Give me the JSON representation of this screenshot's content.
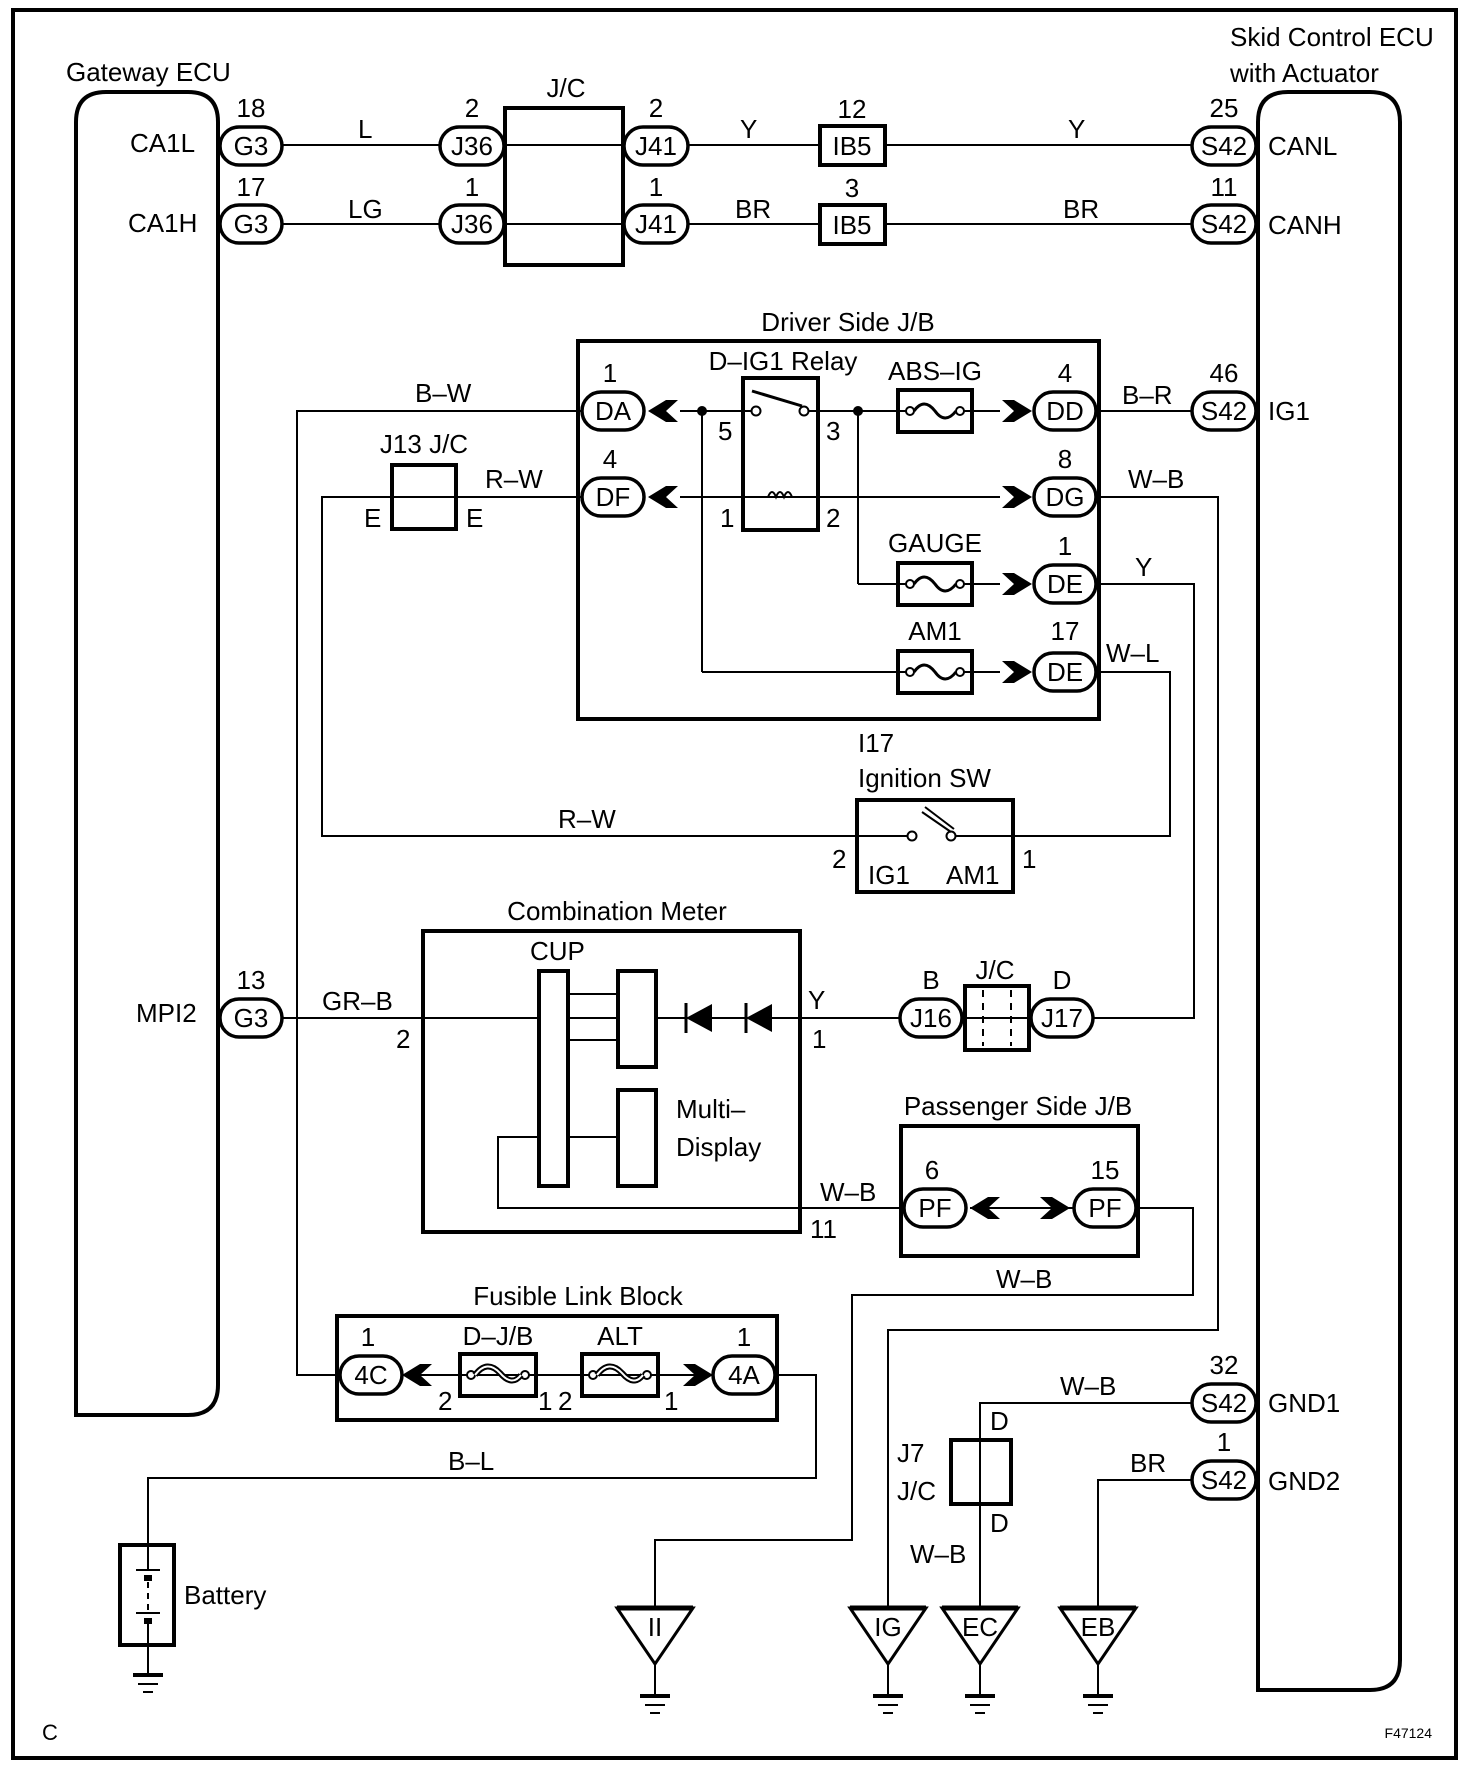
{
  "figure_code": "F47124",
  "corner_letter": "C",
  "components": {
    "gateway_ecu": {
      "title": "Gateway ECU",
      "terminals": {
        "ca1l": "CA1L",
        "ca1h": "CA1H",
        "mpi2": "MPI2"
      }
    },
    "skid_ecu": {
      "title_line1": "Skid Control ECU",
      "title_line2": "with Actuator",
      "terminals": {
        "canl": "CANL",
        "canh": "CANH",
        "ig1": "IG1",
        "gnd1": "GND1",
        "gnd2": "GND2"
      }
    },
    "jc_top": {
      "label": "J/C"
    },
    "driver_jb": {
      "title": "Driver Side J/B",
      "relay": "D–IG1 Relay",
      "fuse_abs": "ABS–IG",
      "fuse_gauge": "GAUGE",
      "fuse_am1": "AM1",
      "relay_pins": {
        "p5": "5",
        "p3": "3",
        "p1": "1",
        "p2": "2"
      }
    },
    "j13": {
      "label": "J13 J/C",
      "left": "E",
      "right": "E"
    },
    "ignition": {
      "code": "I17",
      "title": "Ignition SW",
      "ig1": "IG1",
      "am1": "AM1",
      "pin_left": "2",
      "pin_right": "1"
    },
    "combo_meter": {
      "title": "Combination Meter",
      "cup": "CUP",
      "multi1": "Multi–",
      "multi2": "Display",
      "pin_gr": "2",
      "pin_y": "1",
      "pin_wb": "11"
    },
    "jc_mid": {
      "label": "J/C",
      "left_pin": "B",
      "right_pin": "D"
    },
    "passenger_jb": {
      "title": "Passenger Side J/B"
    },
    "fusible": {
      "title": "Fusible Link Block",
      "fuse1": "D–J/B",
      "fuse2": "ALT",
      "p2a": "2",
      "p1a": "1",
      "p2b": "2",
      "p1b": "1"
    },
    "j7": {
      "l1": "J7",
      "l2": "J/C",
      "top": "D",
      "bottom": "D"
    },
    "battery": {
      "label": "Battery"
    },
    "grounds": [
      "II",
      "IG",
      "EC",
      "EB"
    ]
  },
  "connectors": {
    "g3_18": {
      "code": "G3",
      "pin": "18"
    },
    "g3_17": {
      "code": "G3",
      "pin": "17"
    },
    "g3_13": {
      "code": "G3",
      "pin": "13"
    },
    "j36_2": {
      "code": "J36",
      "pin": "2"
    },
    "j36_1": {
      "code": "J36",
      "pin": "1"
    },
    "j41_2": {
      "code": "J41",
      "pin": "2"
    },
    "j41_1": {
      "code": "J41",
      "pin": "1"
    },
    "ib5_12": {
      "code": "IB5",
      "pin": "12"
    },
    "ib5_3": {
      "code": "IB5",
      "pin": "3"
    },
    "s42_25": {
      "code": "S42",
      "pin": "25"
    },
    "s42_11": {
      "code": "S42",
      "pin": "11"
    },
    "s42_46": {
      "code": "S42",
      "pin": "46"
    },
    "s42_32": {
      "code": "S42",
      "pin": "32"
    },
    "s42_1": {
      "code": "S42",
      "pin": "1"
    },
    "da_1": {
      "code": "DA",
      "pin": "1"
    },
    "df_4": {
      "code": "DF",
      "pin": "4"
    },
    "dd_4": {
      "code": "DD",
      "pin": "4"
    },
    "dg_8": {
      "code": "DG",
      "pin": "8"
    },
    "de_1": {
      "code": "DE",
      "pin": "1"
    },
    "de_17": {
      "code": "DE",
      "pin": "17"
    },
    "j16": {
      "code": "J16"
    },
    "j17": {
      "code": "J17"
    },
    "pf_6": {
      "code": "PF",
      "pin": "6"
    },
    "pf_15": {
      "code": "PF",
      "pin": "15"
    },
    "c4_1": {
      "code": "4C",
      "pin": "1"
    },
    "a4_1": {
      "code": "4A",
      "pin": "1"
    }
  },
  "wires": {
    "l": "L",
    "lg": "LG",
    "y1": "Y",
    "y2": "Y",
    "br1": "BR",
    "br2": "BR",
    "bw": "B–W",
    "rw1": "R–W",
    "br_ig": "B–R",
    "wb_dg": "W–B",
    "y_de": "Y",
    "wl": "W–L",
    "rw2": "R–W",
    "grb": "GR–B",
    "y_meter": "Y",
    "wb_pf": "W–B",
    "wb_pf2": "W–B",
    "bl": "B–L",
    "wb_gnd1": "W–B",
    "br_gnd2": "BR",
    "wb_j7": "W–B"
  }
}
